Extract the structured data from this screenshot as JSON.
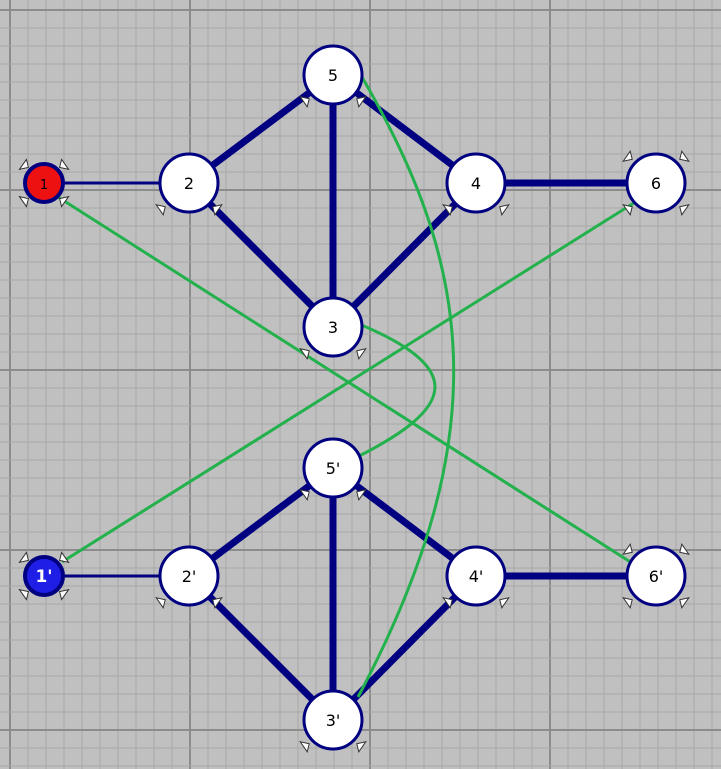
{
  "graph": {
    "colors": {
      "background": "#c0c0c0",
      "grid_minor": "#a8a8a8",
      "grid_major": "#8c8c8c",
      "node_fill": "#ffffff",
      "node_stroke": "#000080",
      "edge": "#000080",
      "matching_edge": "#22b14c",
      "source_fill": "#ee1111",
      "sink_fill": "#1e1ee6"
    },
    "nodes": [
      {
        "id": "1",
        "label": "1",
        "kind": "source"
      },
      {
        "id": "2",
        "label": "2",
        "kind": "normal"
      },
      {
        "id": "3",
        "label": "3",
        "kind": "normal"
      },
      {
        "id": "4",
        "label": "4",
        "kind": "normal"
      },
      {
        "id": "5",
        "label": "5",
        "kind": "normal"
      },
      {
        "id": "6",
        "label": "6",
        "kind": "normal"
      },
      {
        "id": "1p",
        "label": "1'",
        "kind": "sink"
      },
      {
        "id": "2p",
        "label": "2'",
        "kind": "normal"
      },
      {
        "id": "3p",
        "label": "3'",
        "kind": "normal"
      },
      {
        "id": "4p",
        "label": "4'",
        "kind": "normal"
      },
      {
        "id": "5p",
        "label": "5'",
        "kind": "normal"
      },
      {
        "id": "6p",
        "label": "6'",
        "kind": "normal"
      }
    ],
    "edges": [
      {
        "from": "1",
        "to": "2",
        "type": "thin"
      },
      {
        "from": "2",
        "to": "5",
        "type": "thick"
      },
      {
        "from": "2",
        "to": "3",
        "type": "thick"
      },
      {
        "from": "5",
        "to": "3",
        "type": "thick"
      },
      {
        "from": "5",
        "to": "4",
        "type": "thick"
      },
      {
        "from": "3",
        "to": "4",
        "type": "thick"
      },
      {
        "from": "4",
        "to": "6",
        "type": "thick"
      },
      {
        "from": "1p",
        "to": "2p",
        "type": "thin"
      },
      {
        "from": "2p",
        "to": "5p",
        "type": "thick"
      },
      {
        "from": "2p",
        "to": "3p",
        "type": "thick"
      },
      {
        "from": "5p",
        "to": "3p",
        "type": "thick"
      },
      {
        "from": "5p",
        "to": "4p",
        "type": "thick"
      },
      {
        "from": "3p",
        "to": "4p",
        "type": "thick"
      },
      {
        "from": "4p",
        "to": "6p",
        "type": "thick"
      }
    ],
    "cross_edges": [
      {
        "from": "1",
        "to": "6p"
      },
      {
        "from": "6",
        "to": "1p"
      },
      {
        "from": "5",
        "to": "3p"
      },
      {
        "from": "3",
        "to": "5p"
      }
    ]
  }
}
